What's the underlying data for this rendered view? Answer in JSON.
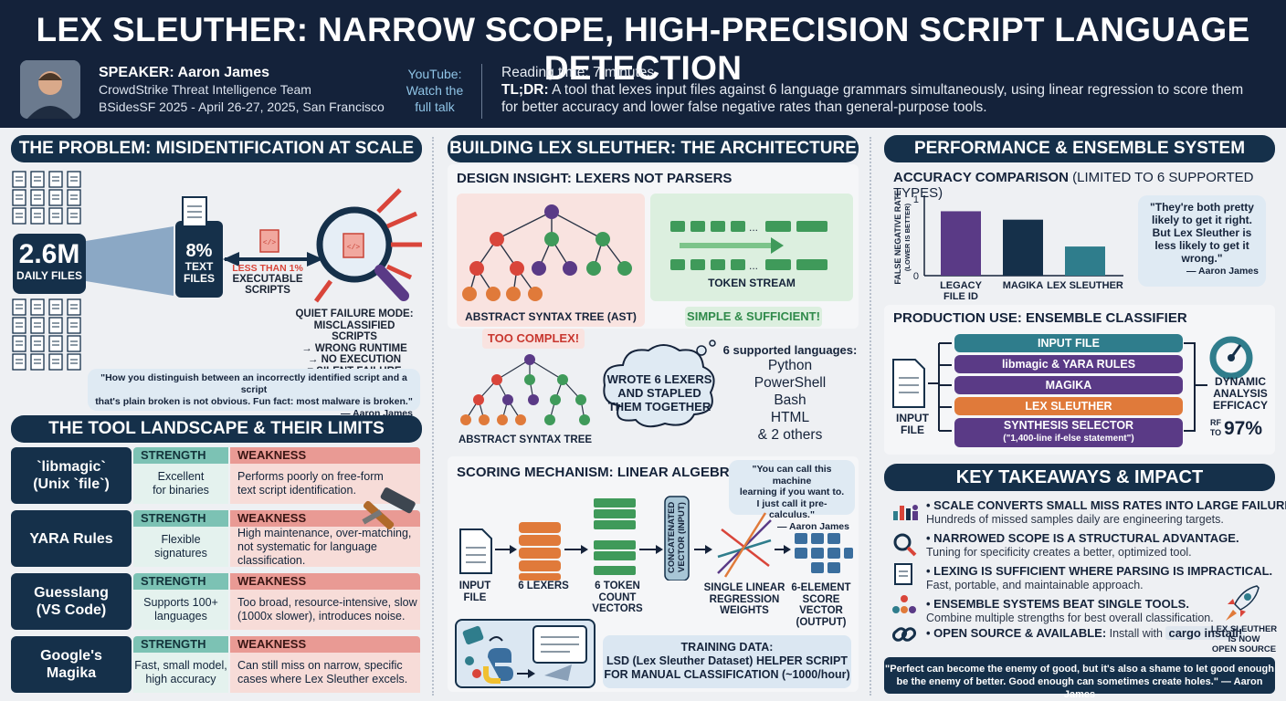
{
  "header": {
    "title": "LEX SLEUTHER: NARROW SCOPE, HIGH-PRECISION SCRIPT LANGUAGE DETECTION",
    "speaker": "SPEAKER: Aaron James",
    "team": "CrowdStrike Threat Intelligence Team",
    "event": "BSidesSF 2025 - April 26-27, 2025, San Francisco",
    "youtube": "YouTube:",
    "watch": "Watch the",
    "full": "full talk",
    "reading": "Reading time: 7 minutes",
    "tldr_label": "TL;DR:",
    "tldr_line1": " A tool that lexes input files against 6 language grammars simultaneously, using linear regression to score them",
    "tldr_line2": "for better accuracy and lower false negative rates than general-purpose tools."
  },
  "problem": {
    "title": "THE PROBLEM: MISIDENTIFICATION AT SCALE",
    "daily_value": "2.6M",
    "daily_label": "DAILY FILES",
    "text_value": "8%",
    "text_l1": "TEXT",
    "text_l2": "FILES",
    "exec_l1": "LESS THAN 1%",
    "exec_l2": "EXECUTABLE",
    "exec_l3": "SCRIPTS",
    "fail_l1": "QUIET FAILURE MODE:",
    "fail_l2": "MISCLASSIFIED SCRIPTS",
    "fail_l3": "→ WRONG RUNTIME",
    "fail_l4": "→ NO EXECUTION",
    "fail_l5": "= SILENT FAILURE",
    "quote_l1": "\"How you distinguish between an incorrectly identified script and a script",
    "quote_l2": "that's plain broken is not obvious. Fun fact: most malware is broken.\"",
    "quote_by": "— Aaron James"
  },
  "tools": {
    "title": "THE TOOL LANDSCAPE & THEIR LIMITS",
    "strength_label": "STRENGTH",
    "weakness_label": "WEAKNESS",
    "rows": [
      {
        "n1": "`libmagic`",
        "n2": "(Unix `file`)",
        "s1": "Excellent",
        "s2": "for binaries",
        "w1": "Performs poorly on free-form",
        "w2": "text script identification.",
        "w3": ""
      },
      {
        "n1": "YARA Rules",
        "n2": "",
        "s1": "Flexible",
        "s2": "signatures",
        "w1": "High maintenance, over-matching,",
        "w2": "not systematic for language",
        "w3": "classification."
      },
      {
        "n1": "Guesslang",
        "n2": "(VS Code)",
        "s1": "Supports 100+",
        "s2": "languages",
        "w1": "Too broad, resource-intensive, slow",
        "w2": "(1000x slower), introduces noise.",
        "w3": ""
      },
      {
        "n1": "Google's",
        "n2": "Magika",
        "s1": "Fast, small model,",
        "s2": "high accuracy",
        "w1": "Can still miss on narrow, specific",
        "w2": "cases where Lex Sleuther excels.",
        "w3": ""
      }
    ]
  },
  "arch": {
    "title": "BUILDING LEX SLEUTHER: THE ARCHITECTURE",
    "insight": "DESIGN INSIGHT: LEXERS NOT PARSERS",
    "ast_label": "ABSTRACT SYNTAX TREE (AST)",
    "too_complex": "TOO COMPLEX!",
    "token_label": "TOKEN STREAM",
    "simple": "SIMPLE & SUFFICIENT!",
    "ast2_label": "ABSTRACT SYNTAX TREE",
    "cloud_l1": "WROTE 6 LEXERS",
    "cloud_l2": "AND STAPLED",
    "cloud_l3": "THEM TOGETHER",
    "langs_title": "6 supported languages:",
    "langs": [
      "Python",
      "PowerShell",
      "Bash",
      "HTML",
      "& 2 others"
    ],
    "scoring": "SCORING MECHANISM: LINEAR ALGEBRA",
    "quote_l1": "\"You can call this machine",
    "quote_l2": "learning if you want to.",
    "quote_l3": "I just call it pre-calculus.\"",
    "quote_by": "— Aaron James",
    "input_l1": "INPUT",
    "input_l2": "FILE",
    "lexers": "6 LEXERS",
    "tok_l1": "6 TOKEN",
    "tok_l2": "COUNT",
    "tok_l3": "VECTORS",
    "concat": "CONCATENATED VECTOR (INPUT)",
    "reg_l1": "SINGLE LINEAR",
    "reg_l2": "REGRESSION",
    "reg_l3": "WEIGHTS",
    "score_l1": "6-ELEMENT",
    "score_l2": "SCORE VECTOR",
    "score_l3": "(OUTPUT)",
    "train_l1": "TRAINING DATA:",
    "train_l2": "LSD (Lex Sleuther Dataset) HELPER SCRIPT",
    "train_l3": "FOR MANUAL CLASSIFICATION (~1000/hour)"
  },
  "perf": {
    "title": "PERFORMANCE & ENSEMBLE SYSTEM",
    "chart_title_bold": "ACCURACY COMPARISON",
    "chart_title_rest": " (LIMITED TO 6 SUPPORTED TYPES)",
    "quote_l1": "\"They're both pretty",
    "quote_l2": "likely to get it right.",
    "quote_l3": "But Lex Sleuther is",
    "quote_l4": "less likely to get it",
    "quote_l5": "wrong.\"",
    "quote_by": "— Aaron James",
    "ensemble_title": "PRODUCTION USE: ENSEMBLE CLASSIFIER",
    "input_l1": "INPUT",
    "input_l2": "FILE",
    "stack": [
      "INPUT FILE",
      "libmagic & YARA RULES",
      "MAGIKA",
      "LEX SLEUTHER",
      "SYNTHESIS SELECTOR"
    ],
    "stack_sub": "(\"1,400-line if-else statement\")",
    "dyn_l1": "DYNAMIC",
    "dyn_l2": "ANALYSIS",
    "dyn_l3": "EFFICACY",
    "dyn_pre1": "RF",
    "dyn_pre2": "TO",
    "dyn_value": "97%"
  },
  "takeaways": {
    "title": "KEY TAKEAWAYS & IMPACT",
    "items": [
      {
        "head": "• SCALE CONVERTS SMALL MISS RATES INTO LARGE FAILURES.",
        "sub": "Hundreds of missed samples daily are engineering targets."
      },
      {
        "head": "• NARROWED SCOPE IS A STRUCTURAL ADVANTAGE.",
        "sub": "Tuning for specificity creates a better, optimized tool."
      },
      {
        "head": "• LEXING IS SUFFICIENT WHERE PARSING IS IMPRACTICAL.",
        "sub": "Fast, portable, and maintainable approach."
      },
      {
        "head": "• ENSEMBLE SYSTEMS BEAT SINGLE TOOLS.",
        "sub": "Combine multiple strengths for best overall classification."
      }
    ],
    "open_head": "• OPEN SOURCE & AVAILABLE:",
    "open_rest": " Install with ",
    "open_cmd": "cargo install!",
    "rocket_l1": "LEX SLEUTHER",
    "rocket_l2": "IS NOW",
    "rocket_l3": "OPEN SOURCE",
    "final_l1": "\"Perfect can become the enemy of good, but it's also a shame to let good enough",
    "final_l2": "be the enemy of better. Good enough can sometimes create holes.\" — Aaron James"
  },
  "colors": {
    "navy": "#15304a",
    "teal": "#2f7d8c",
    "purple": "#5a3a86",
    "orange": "#e07a3a",
    "red": "#d9453a",
    "green": "#3f9a5a"
  },
  "chart_data": {
    "type": "bar",
    "title": "ACCURACY COMPARISON (LIMITED TO 6 SUPPORTED TYPES)",
    "ylabel": "FALSE NEGATIVE RATE (LOWER IS BETTER)",
    "ylim": [
      0,
      1
    ],
    "yticks": [
      "0",
      "1"
    ],
    "categories": [
      "LEGACY FILE ID",
      "MAGIKA",
      "LEX SLEUTHER"
    ],
    "cat_lines": [
      [
        "LEGACY",
        "FILE ID"
      ],
      [
        "MAGIKA"
      ],
      [
        "LEX SLEUTHER"
      ]
    ],
    "values": [
      0.84,
      0.73,
      0.38
    ],
    "colors": [
      "#5a3a86",
      "#15304a",
      "#2f7d8c"
    ]
  }
}
